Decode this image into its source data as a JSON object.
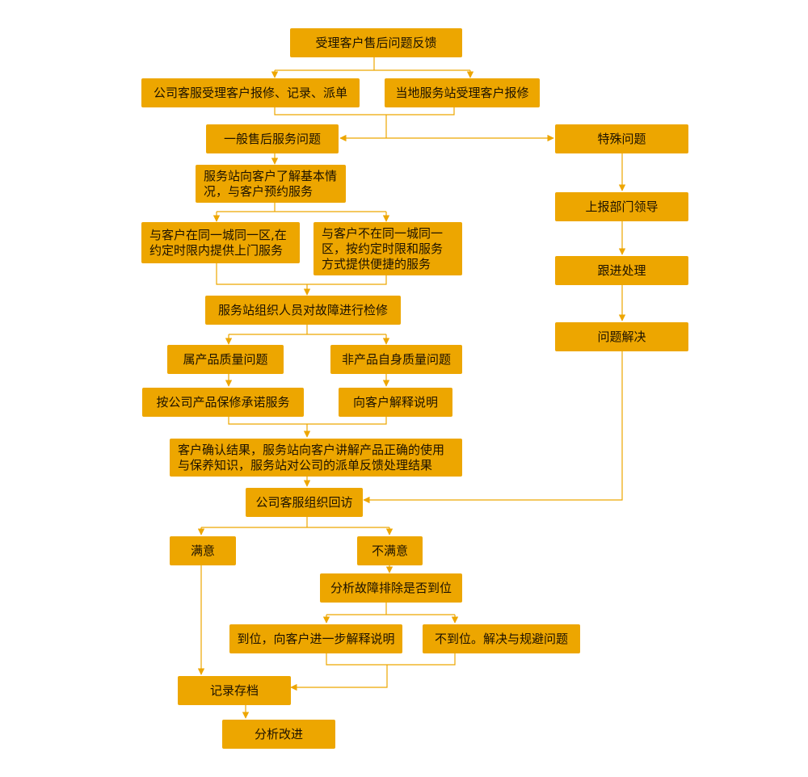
{
  "colors": {
    "box": "#eda600",
    "line": "#eda600",
    "text": "#1d1200"
  },
  "nodes": {
    "receive_feedback": "受理客户售后问题反馈",
    "company_service": "公司客服受理客户报修、记录、派单",
    "local_station": "当地服务站受理客户报修",
    "general_issue": "一般售后服务问题",
    "special_issue": "特殊问题",
    "learn_situation": "服务站向客户了解基本情况，与客户预约服务",
    "report_leader": "上报部门领导",
    "same_city": "与客户在同一城同一区,在约定时限内提供上门服务",
    "diff_city": "与客户不在同一城同一区，按约定时限和服务方式提供便捷的服务",
    "follow_up": "跟进处理",
    "organize_repair": "服务站组织人员对故障进行检修",
    "solved": "问题解决",
    "quality_issue": "属产品质量问题",
    "non_quality_issue": "非产品自身质量问题",
    "warranty_service": "按公司产品保修承诺服务",
    "explain": "向客户解释说明",
    "confirm_result": "客户确认结果，服务站向客户讲解产品正确的使用与保养知识，服务站对公司的派单反馈处理结果",
    "revisit": "公司客服组织回访",
    "satisfied": "满意",
    "unsatisfied": "不满意",
    "analyze_fault": "分析故障排除是否到位",
    "in_place": "到位，向客户进一步解释说明",
    "not_in_place": "不到位。解决与规避问题",
    "archive": "记录存档",
    "improve": "分析改进"
  }
}
